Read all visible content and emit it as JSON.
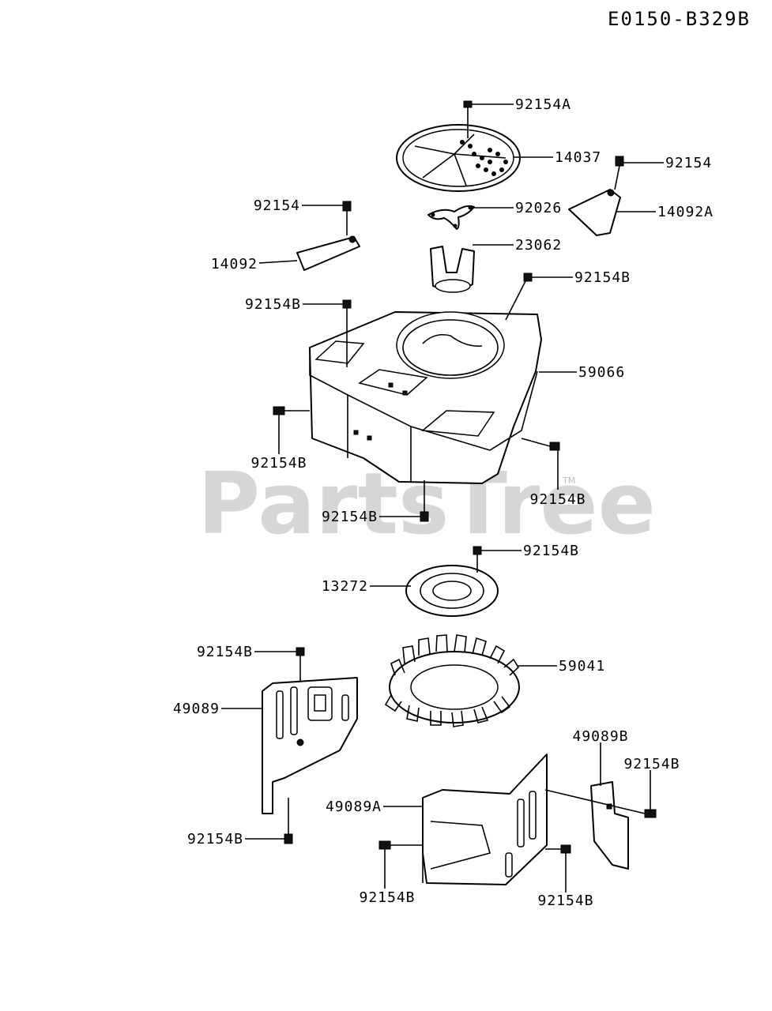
{
  "diagram_code": "E0150-B329B",
  "watermark": "PartsTree",
  "watermark_tm": "TM",
  "callouts": [
    {
      "id": "c01",
      "text": "92154A"
    },
    {
      "id": "c02",
      "text": "14037"
    },
    {
      "id": "c03",
      "text": "92154"
    },
    {
      "id": "c04",
      "text": "14092A"
    },
    {
      "id": "c05",
      "text": "92154"
    },
    {
      "id": "c06",
      "text": "92026"
    },
    {
      "id": "c07",
      "text": "14092"
    },
    {
      "id": "c08",
      "text": "23062"
    },
    {
      "id": "c09",
      "text": "92154B"
    },
    {
      "id": "c10",
      "text": "92154B"
    },
    {
      "id": "c11",
      "text": "59066"
    },
    {
      "id": "c12",
      "text": "92154B"
    },
    {
      "id": "c13",
      "text": "92154B"
    },
    {
      "id": "c14",
      "text": "92154B"
    },
    {
      "id": "c15",
      "text": "92154B"
    },
    {
      "id": "c16",
      "text": "13272"
    },
    {
      "id": "c17",
      "text": "92154B"
    },
    {
      "id": "c18",
      "text": "59041"
    },
    {
      "id": "c19",
      "text": "49089"
    },
    {
      "id": "c20",
      "text": "49089B"
    },
    {
      "id": "c21",
      "text": "92154B"
    },
    {
      "id": "c22",
      "text": "49089A"
    },
    {
      "id": "c23",
      "text": "92154B"
    },
    {
      "id": "c24",
      "text": "92154B"
    },
    {
      "id": "c25",
      "text": "92154B"
    }
  ]
}
